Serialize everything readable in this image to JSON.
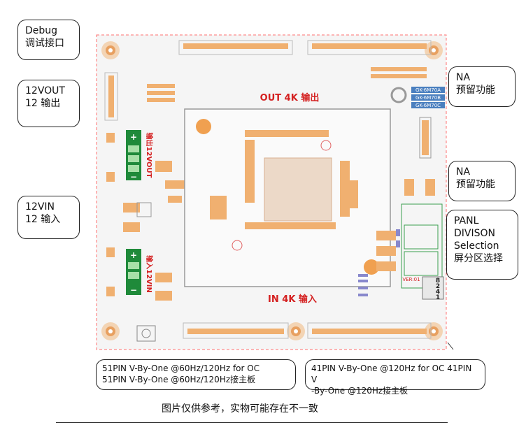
{
  "callouts": {
    "debug": "Debug\n调试接口",
    "vout12": "12VOUT\n12 输出",
    "vin12": "12VIN\n12 输入",
    "na_top": "NA\n预留功能",
    "na_mid": "NA\n预留功能",
    "panl": "PANL\nDIVISON\nSelection\n屏分区选择",
    "pin51": "51PIN V-By-One @60Hz/120Hz for OC\n51PIN V-By-One @60Hz/120Hz接主板",
    "pin41": "41PIN V-By-One @120Hz for OC 41PIN V\n-By-One @120Hz接主板"
  },
  "board": {
    "out_label": "OUT 4K 输出",
    "in_label": "IN 4K 输入",
    "vout_tag": "输出12VOUT",
    "vin_tag": "输入12VIN",
    "plus": "+",
    "minus": "−",
    "models": [
      "GK-6M70A",
      "GK-6M70B",
      "GK-6M70C"
    ],
    "dip_numbers": [
      "8",
      "2",
      "4",
      "1"
    ],
    "ver": "VER:01",
    "colors": {
      "board": "#f4f4f4",
      "pad": "#f0b070",
      "red": "#d42020",
      "green": "#2a8a2a"
    }
  },
  "caption": "图片仅供参考，实物可能存在不一致"
}
